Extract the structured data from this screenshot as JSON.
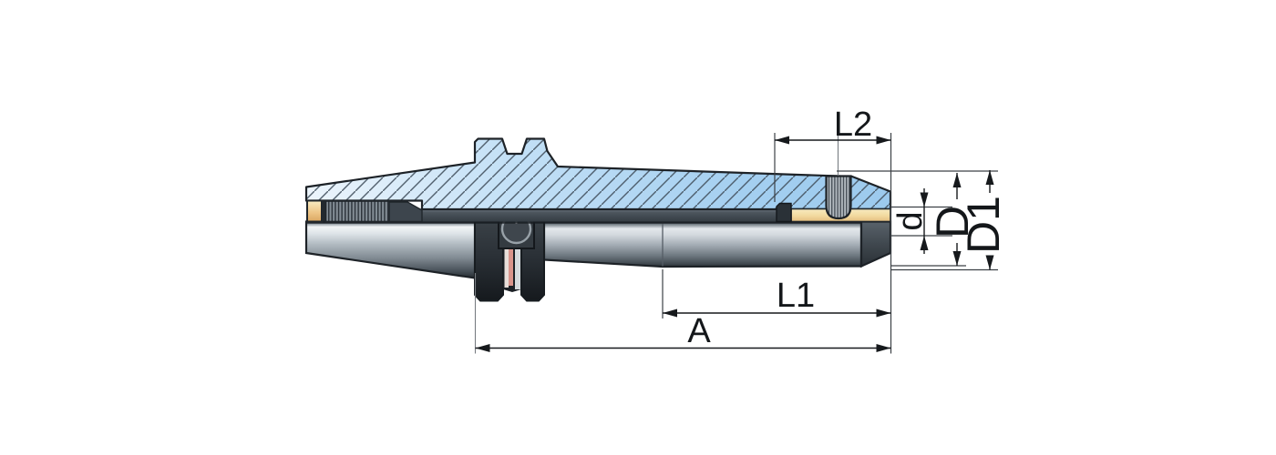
{
  "figure": {
    "type": "technical-drawing",
    "subject": "tool holder (taper shank side-lock arbor), upper half shown in cross-section, lower half external view",
    "labels": {
      "l2": "L2",
      "d": "d",
      "dd": "D",
      "d1": "D1",
      "l1": "L1",
      "a": "A"
    },
    "colors": {
      "background": "#ffffff",
      "outline": "#1d2227",
      "dimension": "#16191c",
      "section_blue_pale": "#eaf3fb",
      "section_blue": "#9ccaee",
      "hatch_line": "#44525f",
      "bore_tan_light": "#f8ecc3",
      "bore_tan_dark": "#dfb172",
      "steel_highlight": "#f2f5f7",
      "steel_mid": "#a5aeb6",
      "steel_dark": "#23292e",
      "flange_dark": "#272d33",
      "groove_salmon": "#d9948b"
    }
  }
}
